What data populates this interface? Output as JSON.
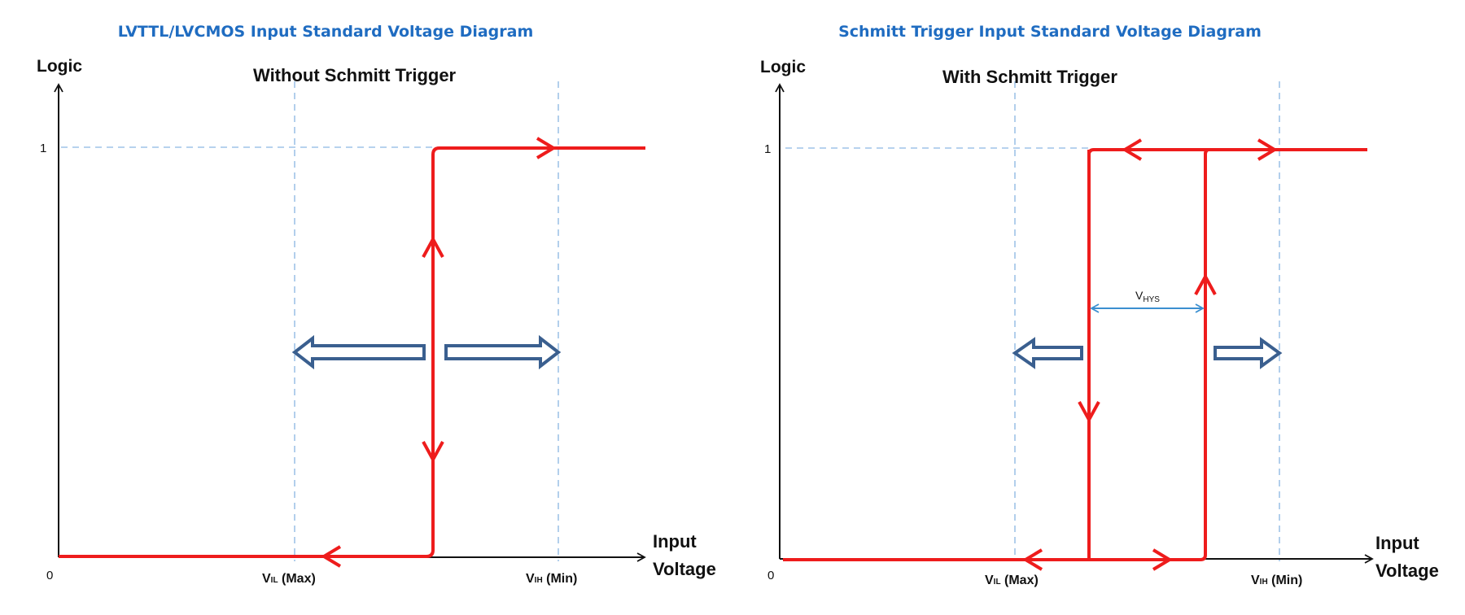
{
  "left": {
    "title": "LVTTL/LVCMOS Input Standard Voltage Diagram",
    "subtitle": "Without Schmitt Trigger",
    "y_axis_label": "Logic",
    "x_axis_label_line1": "Input",
    "x_axis_label_line2": "Voltage",
    "tick_one": "1",
    "tick_zero": "0",
    "vil_label": {
      "main": "V",
      "sub": "IL",
      "rest": " (Max)"
    },
    "vih_label": {
      "main": "V",
      "sub": "IH",
      "rest": " (Min)"
    }
  },
  "right": {
    "title": "Schmitt Trigger Input Standard Voltage Diagram",
    "subtitle": "With Schmitt Trigger",
    "y_axis_label": "Logic",
    "x_axis_label_line1": "Input",
    "x_axis_label_line2": "Voltage",
    "tick_one": "1",
    "tick_zero": "0",
    "vil_label": {
      "main": "V",
      "sub": "IL",
      "rest": " (Max)"
    },
    "vih_label": {
      "main": "V",
      "sub": "IH",
      "rest": " (Min)"
    },
    "hysteresis_label": {
      "main": "V",
      "sub": "HYS"
    }
  },
  "colors": {
    "title": "#1f6cc1",
    "curve": "#ee1c1c",
    "guide": "#9fc3e8",
    "axis": "#111111",
    "block_arrow": "#3a5f8f",
    "hys_arrow": "#3b8fd0"
  }
}
